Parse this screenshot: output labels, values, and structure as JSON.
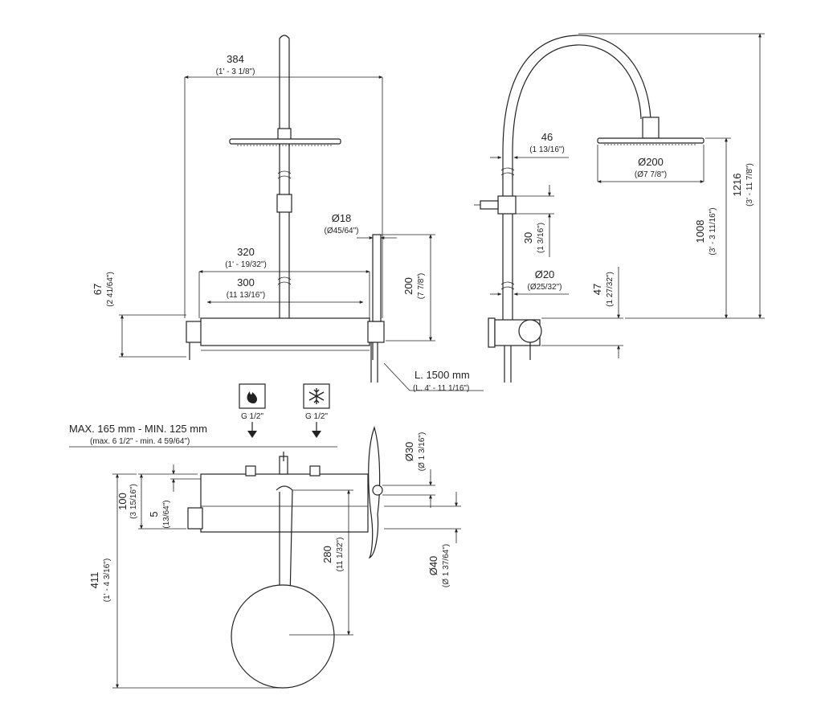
{
  "front": {
    "width_384": {
      "mm": "384",
      "in": "(1' - 3 1/8\")"
    },
    "width_320": {
      "mm": "320",
      "in": "(1' - 19/32\")"
    },
    "width_300": {
      "mm": "300",
      "in": "(11 13/16\")"
    },
    "height_67": {
      "mm": "67",
      "in": "(2 41/64\")"
    },
    "dia_18": {
      "mm": "Ø18",
      "in": "(Ø45/64\")"
    },
    "height_200": {
      "mm": "200",
      "in": "(7 7/8\")"
    },
    "hose": {
      "mm": "L. 1500 mm",
      "in": "(L. 4' - 11 1/16\")"
    }
  },
  "side": {
    "dim_46": {
      "mm": "46",
      "in": "(1 13/16\")"
    },
    "dia_200": {
      "mm": "Ø200",
      "in": "(Ø7 7/8\")"
    },
    "dim_30": {
      "mm": "30",
      "in": "(1 3/16\")"
    },
    "dia_20": {
      "mm": "Ø20",
      "in": "(Ø25/32\")"
    },
    "dim_47": {
      "mm": "47",
      "in": "(1 27/32\")"
    },
    "height_1008": {
      "mm": "1008",
      "in": "(3' - 3 11/16\")"
    },
    "height_1216": {
      "mm": "1216",
      "in": "(3' - 11 7/8\")"
    }
  },
  "plan": {
    "hot": {
      "label": "G 1/2\"",
      "icon": "flame-icon"
    },
    "cold": {
      "label": "G 1/2\"",
      "icon": "snowflake-icon"
    },
    "range": {
      "mm": "MAX. 165 mm - MIN. 125 mm",
      "in": "(max. 6 1/2\" - min. 4 59/64\")"
    },
    "dim_100": {
      "mm": "100",
      "in": "(3 15/16\")"
    },
    "dim_5": {
      "mm": "5",
      "in": "(13/64\")"
    },
    "dim_411": {
      "mm": "411",
      "in": "(1' - 4 3/16\")"
    },
    "dim_280": {
      "mm": "280",
      "in": "(11 1/32\")"
    },
    "dia_30": {
      "mm": "Ø30",
      "in": "(Ø 1 3/16\")"
    },
    "dia_40": {
      "mm": "Ø40",
      "in": "(Ø 1 37/64\")"
    }
  }
}
